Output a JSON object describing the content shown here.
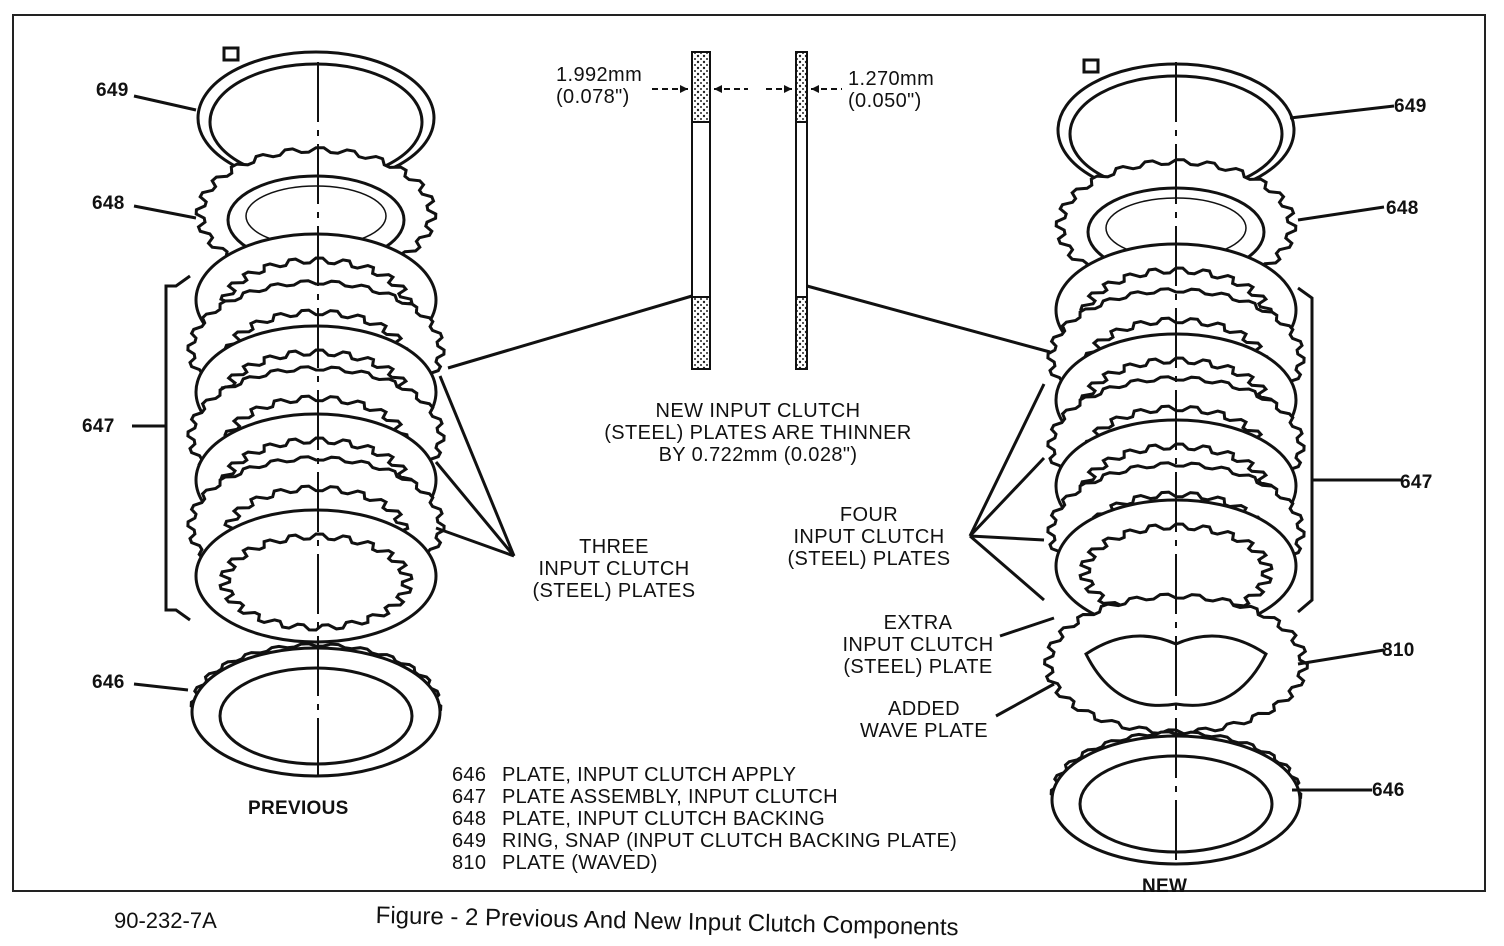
{
  "part_labels": {
    "left": {
      "p649": "649",
      "p648": "648",
      "p647": "647",
      "p646": "646"
    },
    "right": {
      "p649": "649",
      "p648": "648",
      "p647": "647",
      "p810": "810",
      "p646": "646"
    }
  },
  "thickness": {
    "old": {
      "line1": "1.992mm",
      "line2": "(0.078\")"
    },
    "new": {
      "line1": "1.270mm",
      "line2": "(0.050\")"
    }
  },
  "note": {
    "line1": "NEW INPUT CLUTCH",
    "line2": "(STEEL) PLATES ARE THINNER",
    "line3": "BY 0.722mm (0.028\")"
  },
  "callout_three": {
    "line1": "THREE",
    "line2": "INPUT CLUTCH",
    "line3": "(STEEL) PLATES"
  },
  "callout_four": {
    "line1": "FOUR",
    "line2": "INPUT CLUTCH",
    "line3": "(STEEL) PLATES"
  },
  "callout_extra": {
    "line1": "EXTRA",
    "line2": "INPUT CLUTCH",
    "line3": "(STEEL) PLATE"
  },
  "callout_wave": {
    "line1": "ADDED",
    "line2": "WAVE PLATE"
  },
  "stack_labels": {
    "previous": "PREVIOUS",
    "new": "NEW"
  },
  "legend": [
    {
      "num": "646",
      "text": "PLATE, INPUT CLUTCH APPLY"
    },
    {
      "num": "647",
      "text": "PLATE ASSEMBLY, INPUT CLUTCH"
    },
    {
      "num": "648",
      "text": "PLATE, INPUT CLUTCH BACKING"
    },
    {
      "num": "649",
      "text": "RING, SNAP (INPUT CLUTCH BACKING PLATE)"
    },
    {
      "num": "810",
      "text": "PLATE (WAVED)"
    }
  ],
  "footer": {
    "figure_id": "90-232-7A",
    "caption": "Figure - 2 Previous And New Input Clutch Components"
  }
}
